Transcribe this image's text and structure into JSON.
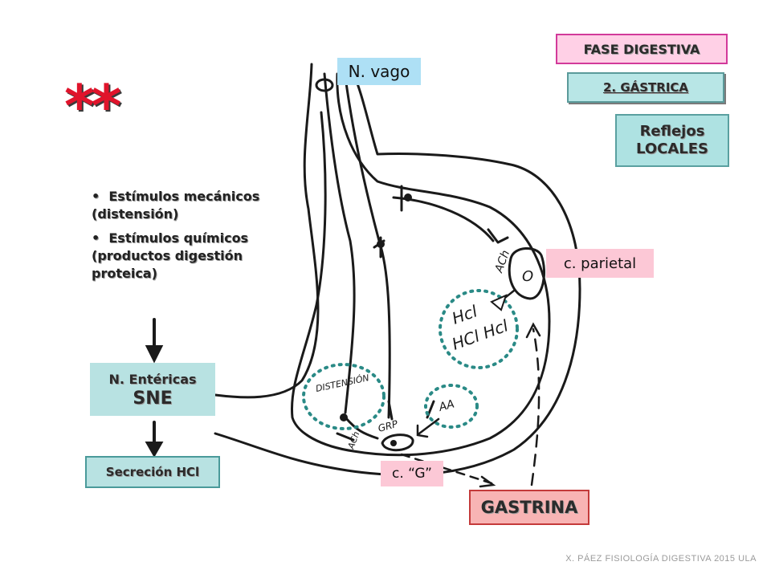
{
  "stars": "**",
  "fase_digestiva": "FASE DIGESTIVA",
  "fase_gastrica": "2. GÁSTRICA",
  "reflejos": {
    "line1": "Reflejos",
    "line2": "LOCALES"
  },
  "labels": {
    "vago": "N. vago",
    "parietal": "c. parietal",
    "celula_g": "c. “G”",
    "gastrina": "GASTRINA"
  },
  "stimuli": [
    {
      "bullet": "•",
      "text": "Estímulos mecánicos (distensión)"
    },
    {
      "bullet": "•",
      "text": "Estímulos químicos (productos digestión proteica)"
    }
  ],
  "entericas": {
    "line1": "N. Entéricas",
    "line2": "SNE"
  },
  "secrecion": "Secreción HCl",
  "sketch": {
    "ach_top": "ACh",
    "ach_bottom": "ACh",
    "grp": "GRP",
    "distension": "DISTENSIÓN",
    "aa": "AA",
    "hcl1": "Hcl",
    "hcl2": "HCl Hcl",
    "parietal_mark": "O"
  },
  "colors": {
    "stars": "#e0142b",
    "pink_box": "#ffd0e6",
    "teal_box": "#b8e2e2",
    "gastrina_box": "#f8b4b4",
    "dotted_circle": "#2a8a86"
  },
  "footer": "X. PÁEZ  FISIOLOGÍA DIGESTIVA 2015 ULA"
}
